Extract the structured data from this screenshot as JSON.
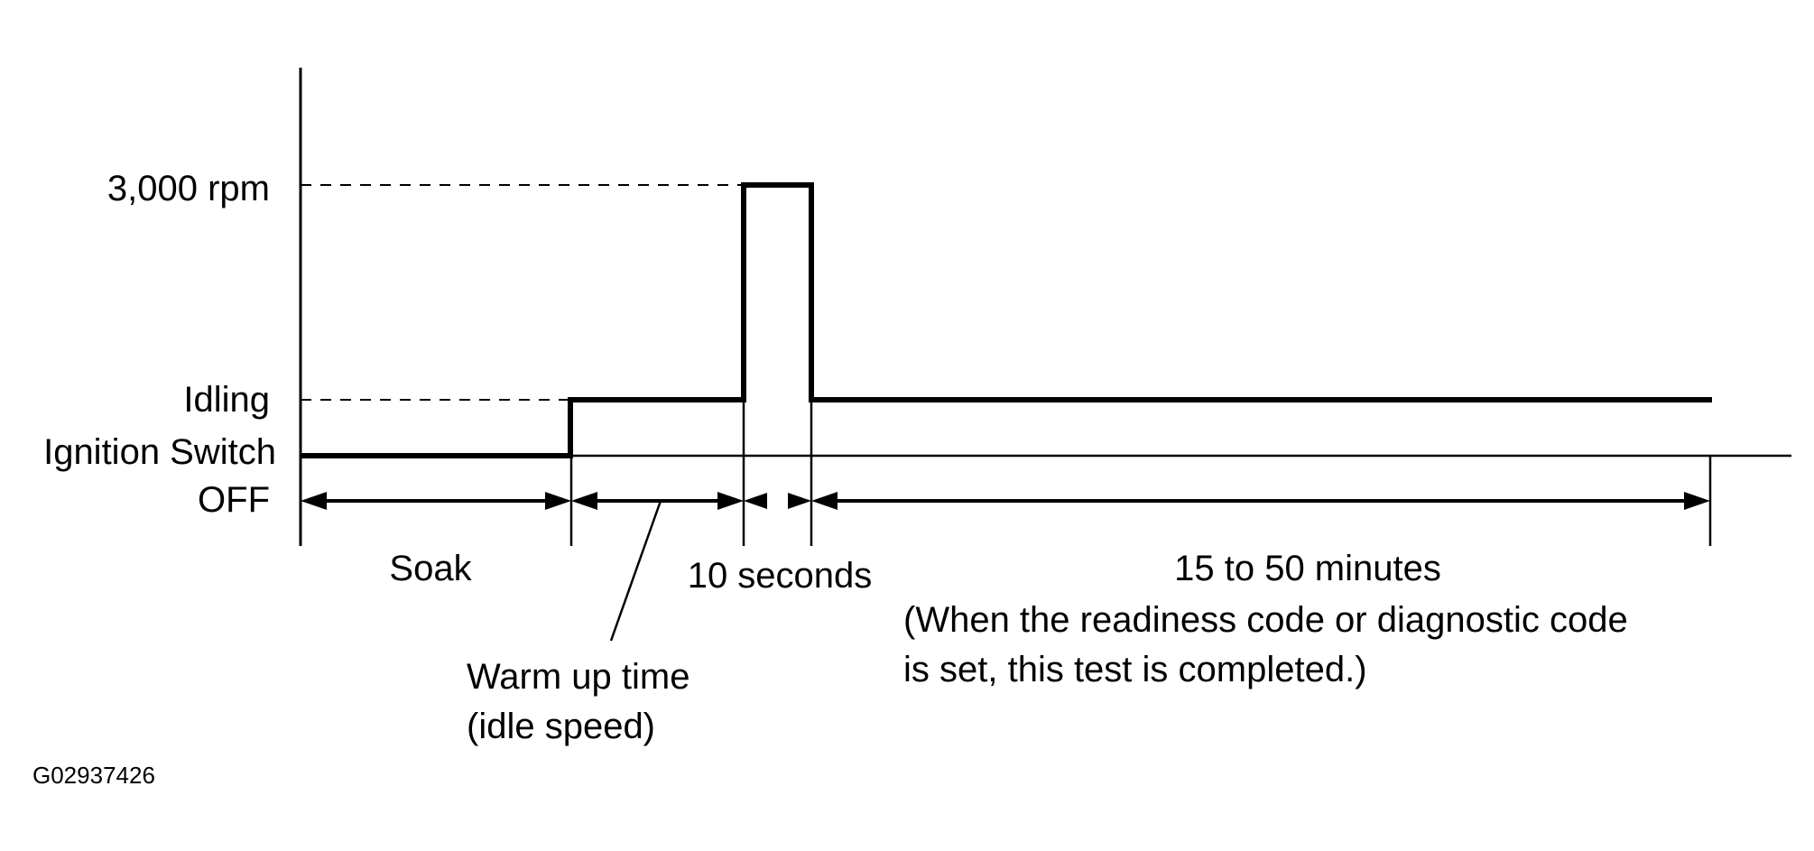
{
  "levels": {
    "high": "3,000 rpm",
    "idle": "Idling",
    "off_line1": "Ignition Switch",
    "off_line2": "OFF"
  },
  "phases": {
    "soak": "Soak",
    "warmup_line1": "Warm up time",
    "warmup_line2": "(idle speed)",
    "high_rpm": "10 seconds",
    "final": "15 to 50 minutes",
    "note_line1": "(When the readiness code or diagnostic code",
    "note_line2": "is set, this test is completed.)"
  },
  "figure_id": "G02937426",
  "colors": {
    "ink": "#000000",
    "background": "#ffffff"
  }
}
